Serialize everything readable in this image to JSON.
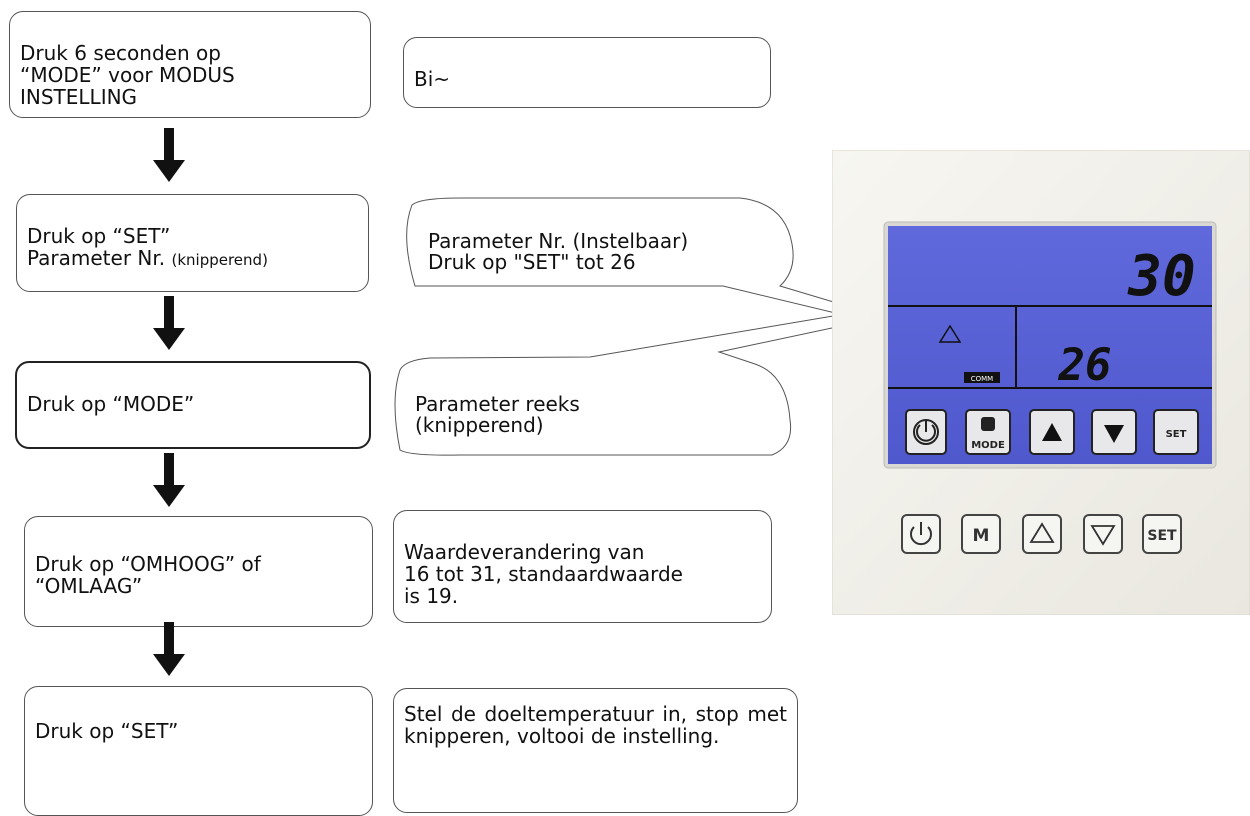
{
  "steps": [
    {
      "text": "Druk 6 seconden op\n“MODE” voor MODUS\nINSTELLING"
    },
    {
      "text": "Druk op “SET”\nParameter Nr. ",
      "small": "(knipperend)"
    },
    {
      "text": "Druk op “MODE”"
    },
    {
      "text": "Druk op “OMHOOG” of\n“OMLAAG”"
    },
    {
      "text": "Druk op “SET”"
    }
  ],
  "notes": [
    {
      "text": "Bi~"
    },
    {
      "text": "Parameter Nr. (Instelbaar)\nDruk op \"SET\" tot 26"
    },
    {
      "text": "Parameter reeks\n(knipperend)"
    },
    {
      "text": "Waardeverandering van\n16 tot 31, standaardwaarde\nis 19."
    },
    {
      "text": "Stel de doeltemperatuur in, stop met knipperen, voltooi de instelling."
    }
  ],
  "device": {
    "display_top": "30",
    "display_bottom": "26",
    "comm_label": "COMM",
    "lcd_button_set": "SET",
    "lcd_button_mode": "MODE",
    "hard_button_mode": "M",
    "hard_button_set": "SET",
    "colors": {
      "lcd": "#5a63d6",
      "panel": "#f2f0ea"
    }
  }
}
